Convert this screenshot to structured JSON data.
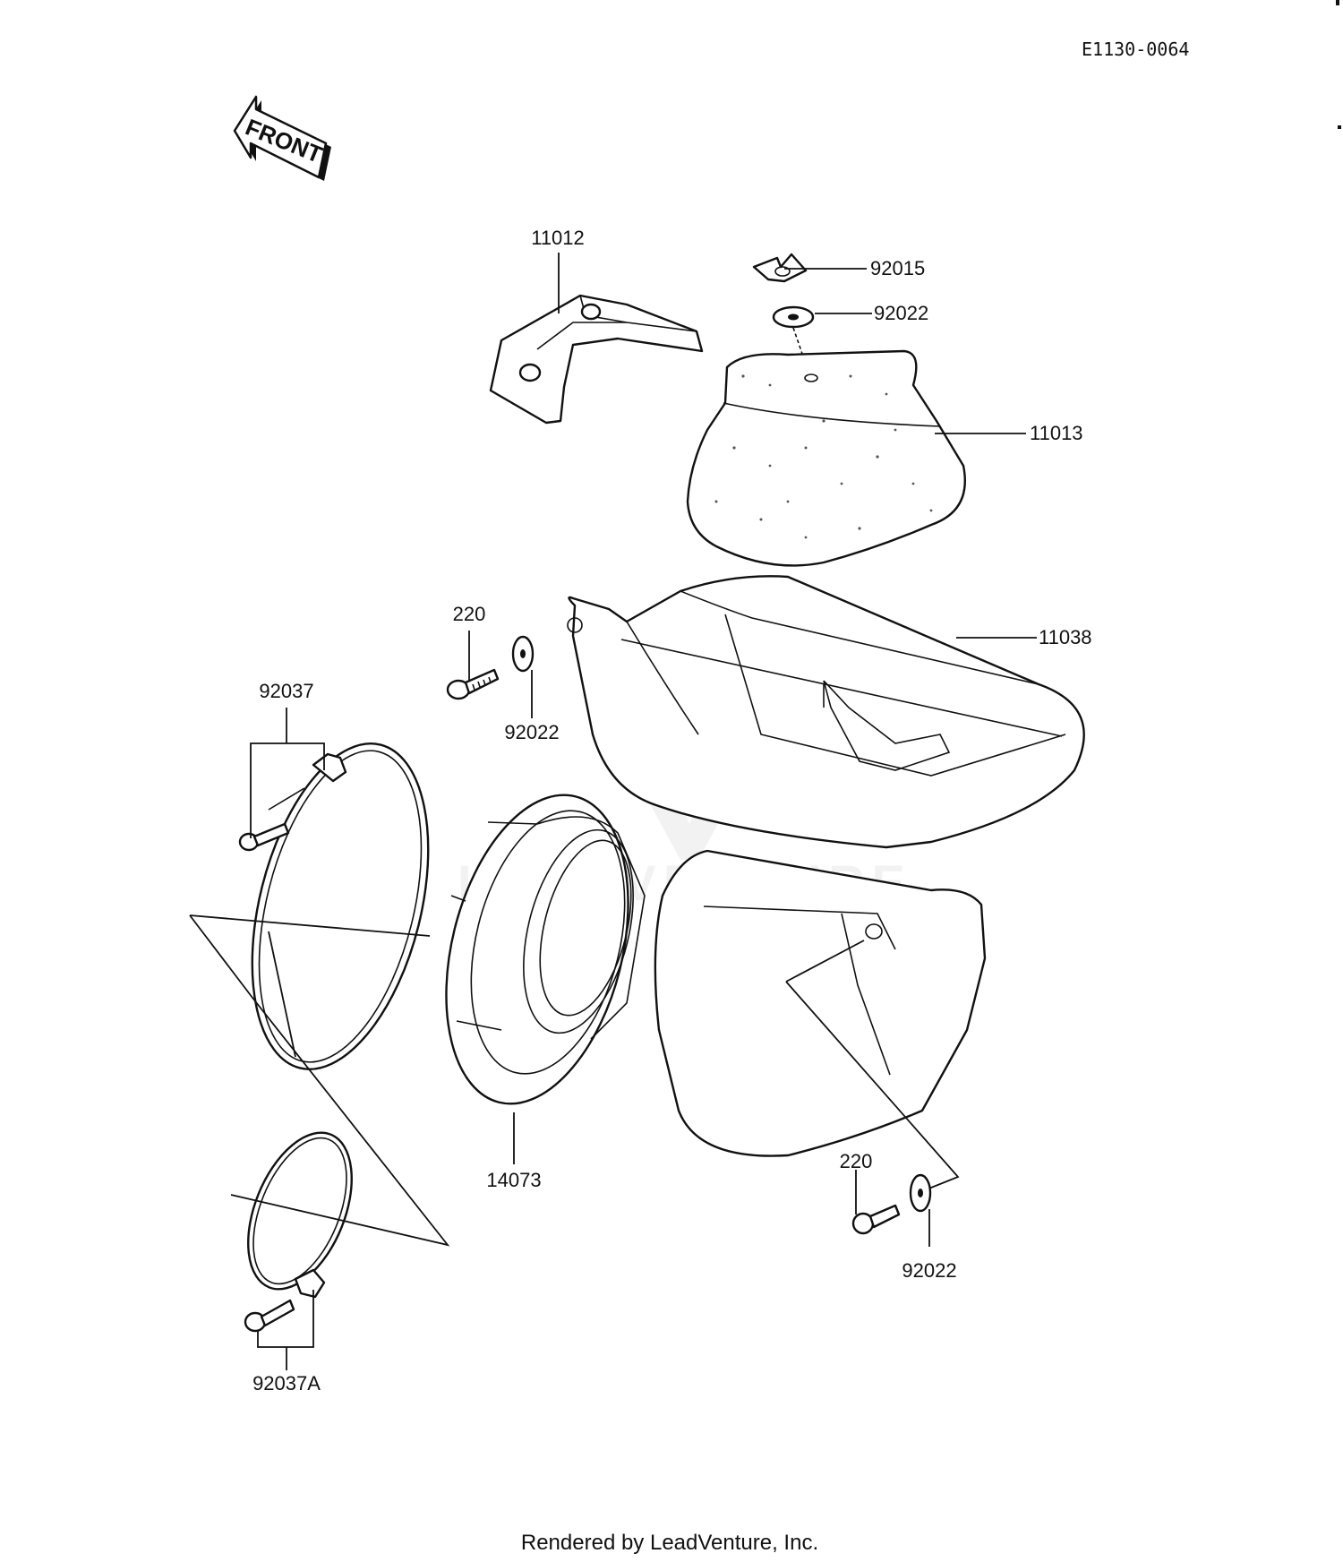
{
  "diagram": {
    "code": "E1130-0064",
    "front_label": "FRONT",
    "footer": "Rendered by LeadVenture, Inc.",
    "watermark": "LEADVENTURE",
    "parts": {
      "p11012": "11012",
      "p92015": "92015",
      "p92022_top": "92022",
      "p11013": "11013",
      "p220_mid": "220",
      "p92022_mid": "92022",
      "p11038": "11038",
      "p92037": "92037",
      "p14073": "14073",
      "p220_low": "220",
      "p92022_low": "92022",
      "p92037A": "92037A"
    }
  }
}
